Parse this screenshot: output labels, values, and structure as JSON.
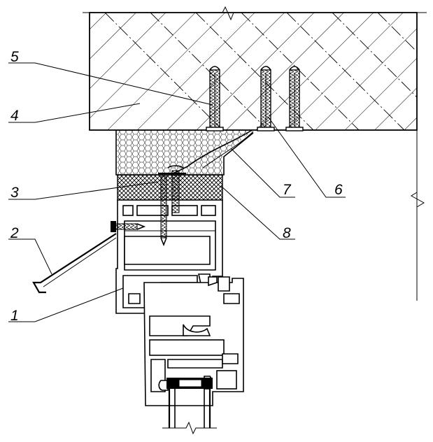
{
  "callouts": [
    {
      "num": "1"
    },
    {
      "num": "2"
    },
    {
      "num": "3"
    },
    {
      "num": "4"
    },
    {
      "num": "5"
    },
    {
      "num": "6"
    },
    {
      "num": "7"
    },
    {
      "num": "8"
    }
  ]
}
